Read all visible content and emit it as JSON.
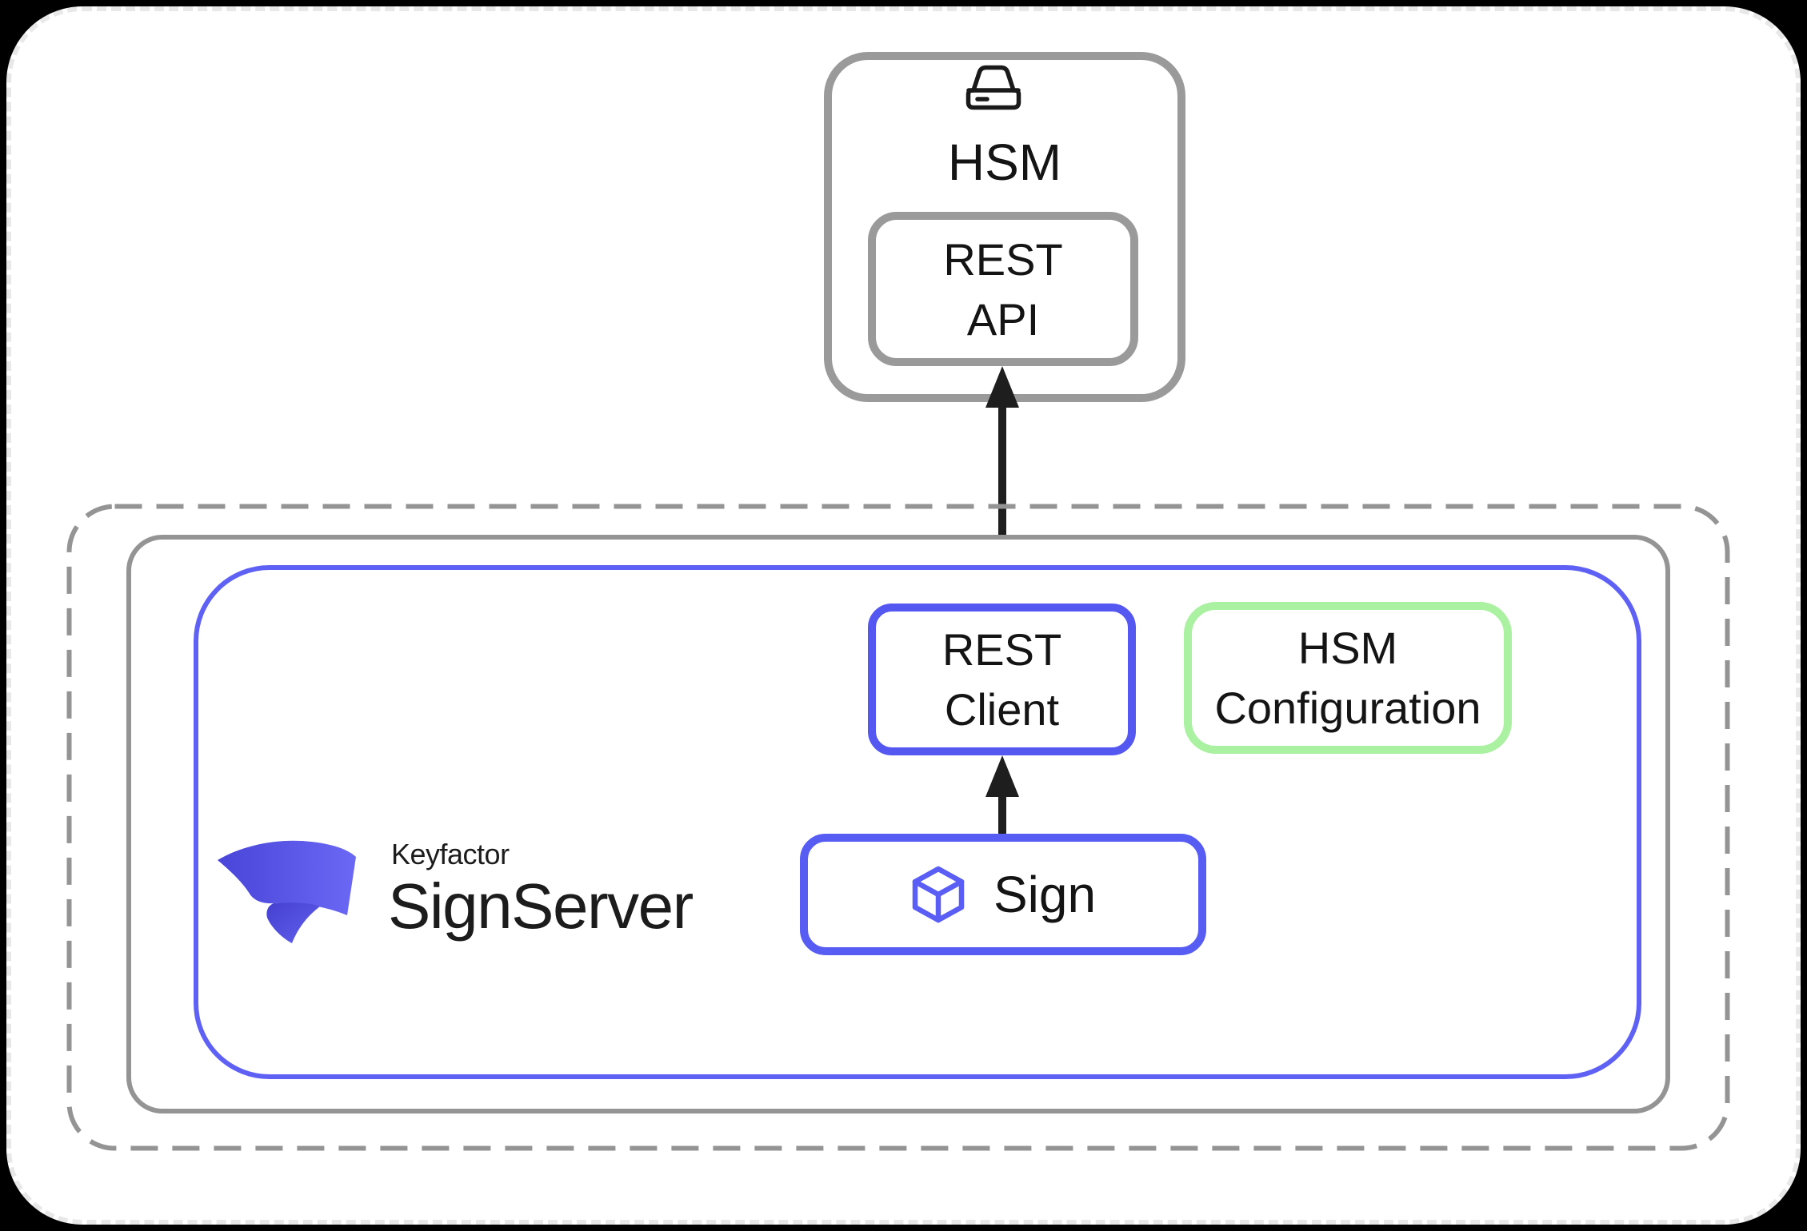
{
  "diagram": {
    "hsm_unit": {
      "title": "HSM",
      "icon": "drive-icon",
      "rest_api": {
        "line1": "REST",
        "line2": "API"
      }
    },
    "signserver_unit": {
      "rest_client": {
        "line1": "REST",
        "line2": "Client"
      },
      "hsm_configuration": {
        "line1": "HSM",
        "line2": "Configuration"
      },
      "sign": {
        "label": "Sign",
        "icon": "cube-icon"
      },
      "logo": {
        "brand": "Keyfactor",
        "product": "SignServer",
        "icon": "keyfactor-logo-mark"
      }
    },
    "connections": [
      {
        "from": "sign",
        "to": "rest-client",
        "style": "arrow-up"
      },
      {
        "from": "rest-client",
        "to": "rest-api",
        "style": "arrow-up"
      }
    ],
    "colors": {
      "page_bg": "#000000",
      "card_bg": "#ffffff",
      "card_dash_border": "#e8e8e8",
      "gray_border": "#969696",
      "node_blue": "#5558f0",
      "container_blue": "#5e61f3",
      "config_green": "#aaf1a2",
      "text": "#141414",
      "arrow": "#1e1e1e",
      "logo_gradient_start": "#4845d8",
      "logo_gradient_end": "#6b68f5"
    }
  }
}
